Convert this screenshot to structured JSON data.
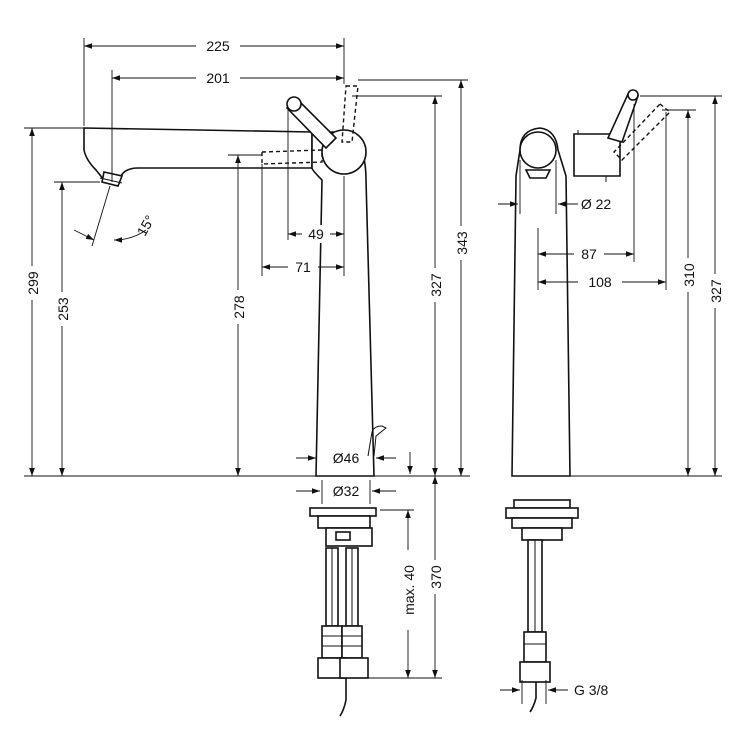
{
  "dimensions": {
    "spout_reach_total": "225",
    "spout_reach_outlet": "201",
    "lever_offset_49": "49",
    "lever_offset_71": "71",
    "spout_angle": "15°",
    "outlet_height_299": "299",
    "outlet_height_253": "253",
    "lever_height_278": "278",
    "body_height_327": "327",
    "total_height_343": "343",
    "base_diameter": "Ø46",
    "hole_diameter": "Ø32",
    "max_thickness": "max. 40",
    "hose_length": "370",
    "spout_diameter": "Ø 22",
    "side_offset_87": "87",
    "side_offset_108": "108",
    "side_height_310": "310",
    "side_height_327": "327",
    "connection_thread": "G 3/8"
  }
}
